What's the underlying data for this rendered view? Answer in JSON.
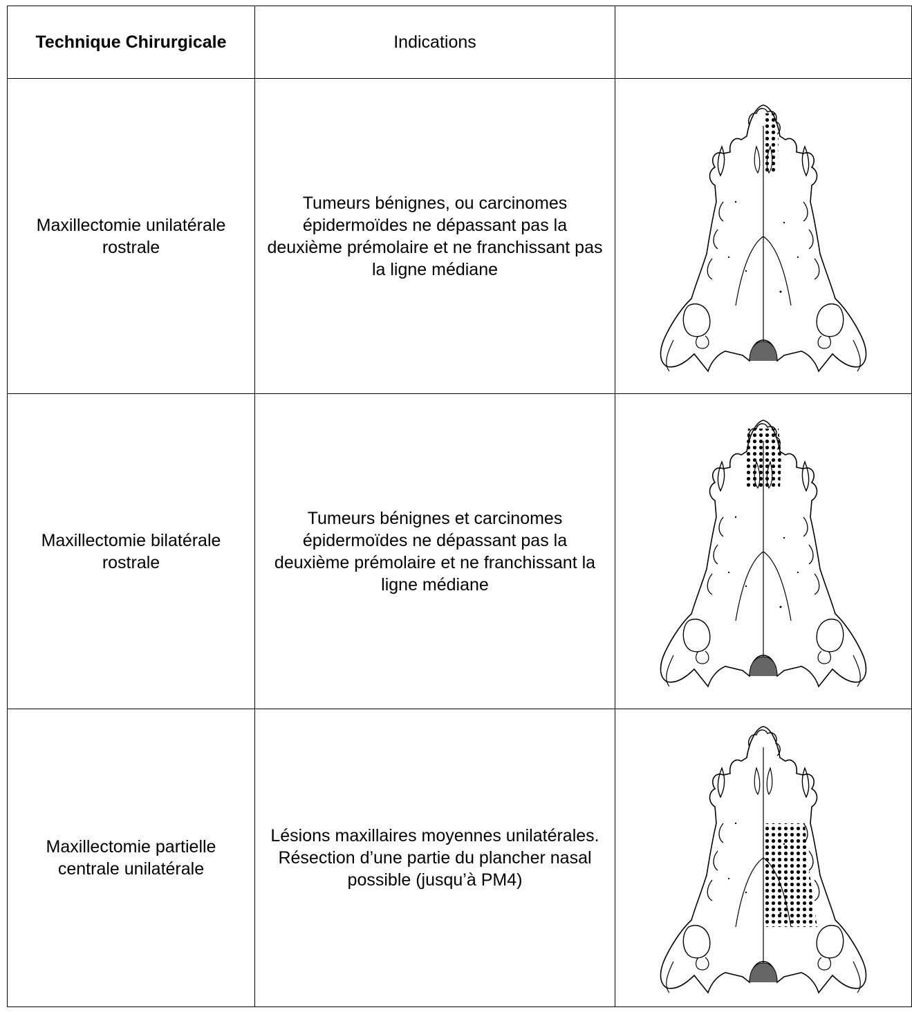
{
  "table": {
    "headers": {
      "technique": "Technique Chirurgicale",
      "indications": "Indications",
      "illustration": ""
    },
    "rows": [
      {
        "technique": "Maxillectomie unilatérale rostrale",
        "indications": "Tumeurs bénignes, ou carcinomes épidermoïdes ne dépassant pas la deuxième prémolaire et ne franchissant pas la ligne médiane",
        "illustration": "skull-diagram-rostral-unilateral-resection"
      },
      {
        "technique": "Maxillectomie bilatérale rostrale",
        "indications": "Tumeurs bénignes et carcinomes épidermoïdes ne dépassant pas la deuxième prémolaire et ne franchissant la ligne médiane",
        "illustration": "skull-diagram-rostral-bilateral-resection"
      },
      {
        "technique": "Maxillectomie partielle centrale unilatérale",
        "indications": "Lésions maxillaires moyennes unilatérales. Résection d’une partie du plancher nasal possible (jusqu’à PM4)",
        "illustration": "skull-diagram-central-unilateral-resection"
      }
    ]
  }
}
